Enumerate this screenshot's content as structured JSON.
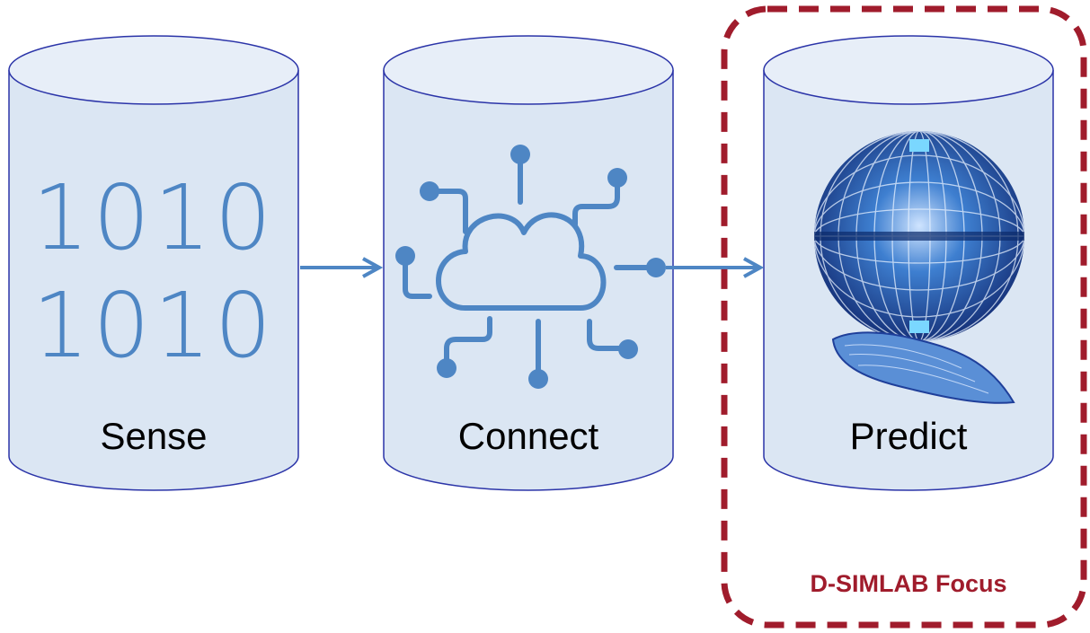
{
  "stages": [
    {
      "id": "sense",
      "label": "Sense",
      "icon": "binary-icon",
      "binary_lines": [
        "1010",
        "1010"
      ]
    },
    {
      "id": "connect",
      "label": "Connect",
      "icon": "cloud-network-icon"
    },
    {
      "id": "predict",
      "label": "Predict",
      "icon": "tokamak-hand-icon"
    }
  ],
  "focus": {
    "label": "D-SIMLAB Focus",
    "color": "#a01c2c"
  },
  "colors": {
    "cylinder_fill": "#dbe6f3",
    "cylinder_stroke": "#2b34a8",
    "icon": "#4e86c4",
    "arrow": "#4e86c4"
  }
}
